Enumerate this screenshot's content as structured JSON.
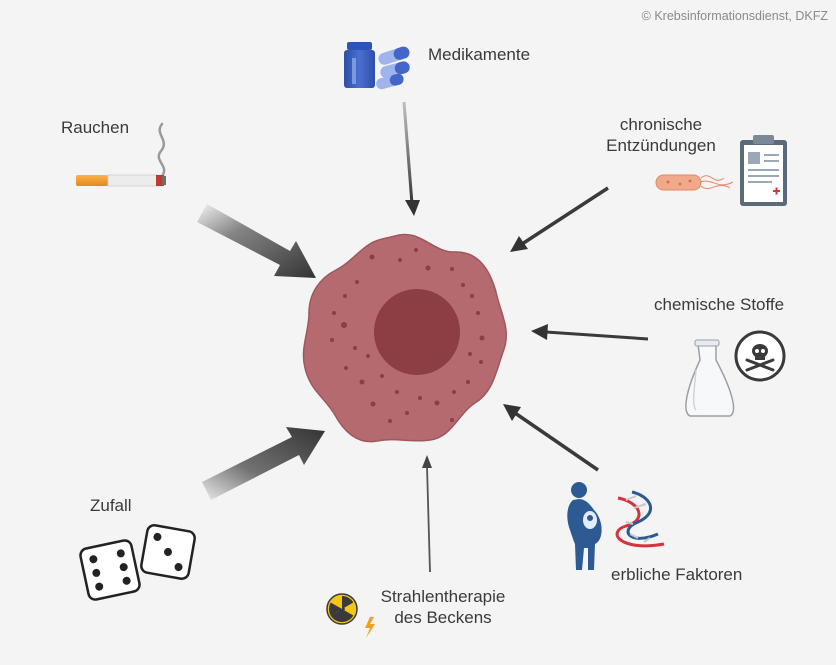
{
  "copyright": "© Krebsinformationsdienst, DKFZ",
  "factors": {
    "medikamente": "Medikamente",
    "rauchen": "Rauchen",
    "chronisch_line1": "chronische",
    "chronisch_line2": "Entzündungen",
    "chemisch": "chemische Stoffe",
    "erblich": "erbliche Faktoren",
    "strahlen_line1": "Strahlentherapie",
    "strahlen_line2": "des Beckens",
    "zufall": "Zufall"
  },
  "colors": {
    "background": "#f4f4f4",
    "cell": "#b5646a",
    "cell_edge": "#9c4f56",
    "nucleus": "#8a3a40",
    "arrow": "#3d3d3d",
    "text": "#3a3a3a"
  },
  "icons": {
    "medikamente": "pill-bottle-and-capsules-icon",
    "rauchen": "cigarette-icon",
    "chronisch": "bacterium-and-clipboard-icon",
    "chemisch": "flask-and-poison-icon",
    "erblich": "pregnant-woman-and-dna-icon",
    "strahlen": "radiation-icon",
    "zufall": "dice-icon"
  }
}
